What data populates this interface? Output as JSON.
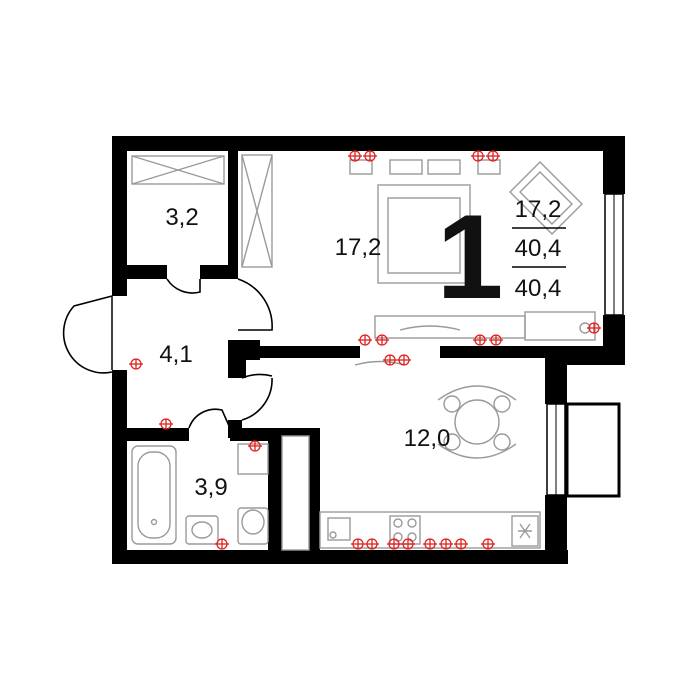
{
  "rooms": {
    "storage_area": "3,2",
    "living_area": "17,2",
    "hall_area": "4,1",
    "bath_area": "3,9",
    "kitchen_area": "12,0"
  },
  "summary": {
    "room_count": "1",
    "living": "17,2",
    "total": "40,4",
    "total_2": "40,4"
  },
  "colors": {
    "wall": "#000000",
    "furniture": "#9a9a9a",
    "socket": "#e02020"
  }
}
